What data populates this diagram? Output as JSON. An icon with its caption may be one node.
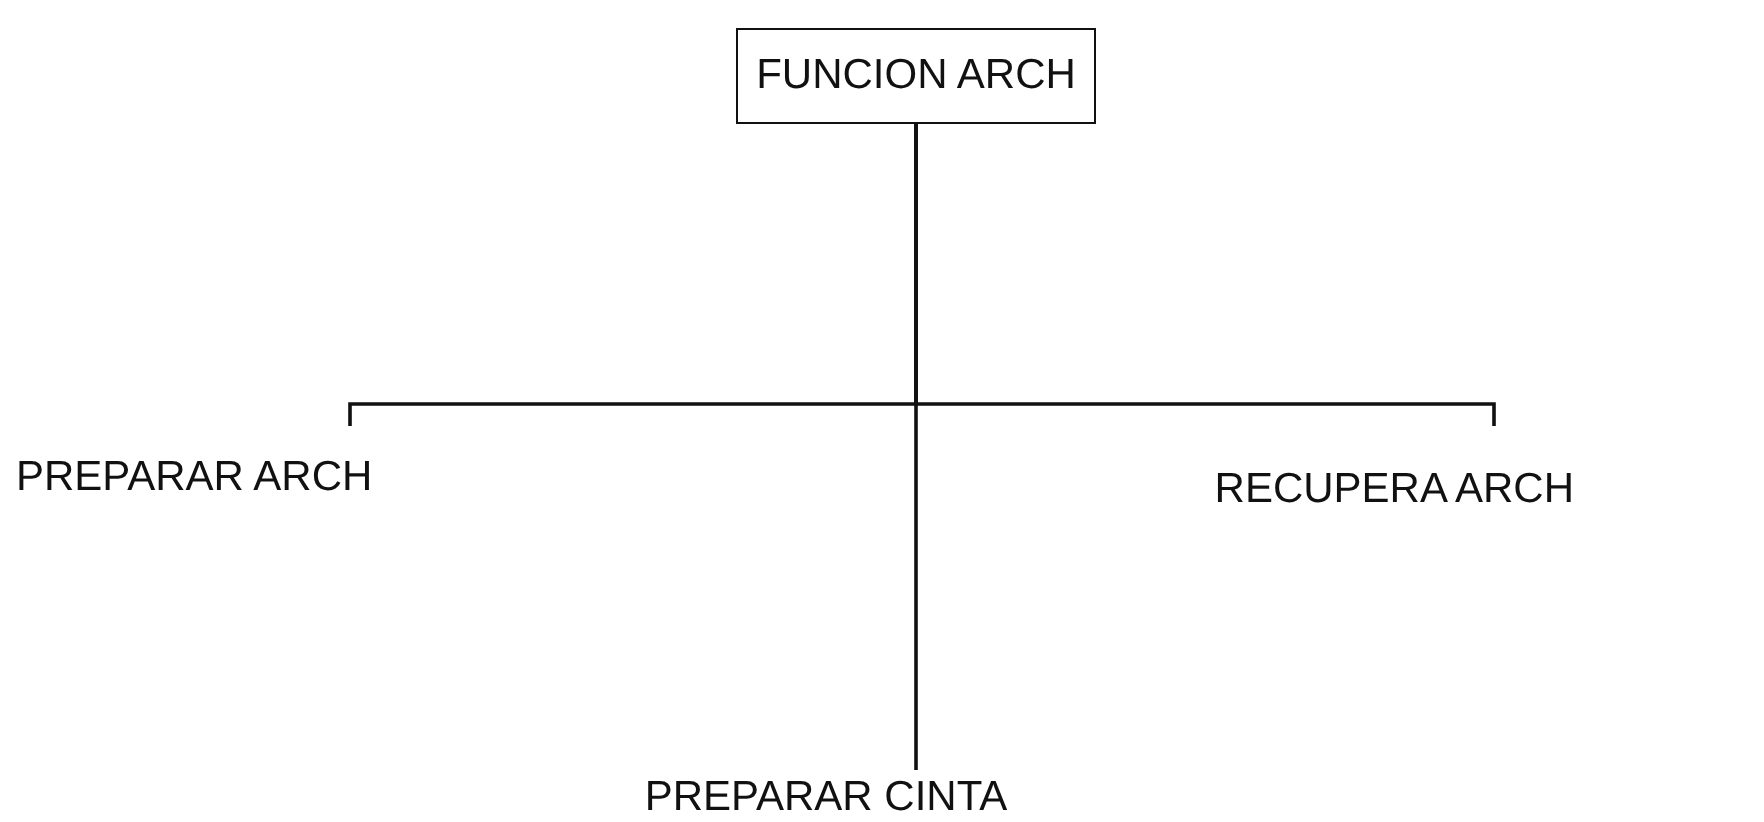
{
  "diagram": {
    "nodes": [
      {
        "text": [
          "FUNCION ARCH"
        ]
      },
      {
        "text": [
          "PREPARAR ARCH"
        ]
      },
      {
        "text": [
          "RECUPERA ARCH"
        ]
      },
      {
        "text": [
          "PREPARAR CINTA"
        ]
      }
    ],
    "edges": [
      {
        "from": 0,
        "to": 1,
        "arrow": "none"
      },
      {
        "from": 0,
        "to": 2,
        "arrow": "none"
      },
      {
        "from": 0,
        "to": 3,
        "arrow": "none"
      }
    ]
  }
}
